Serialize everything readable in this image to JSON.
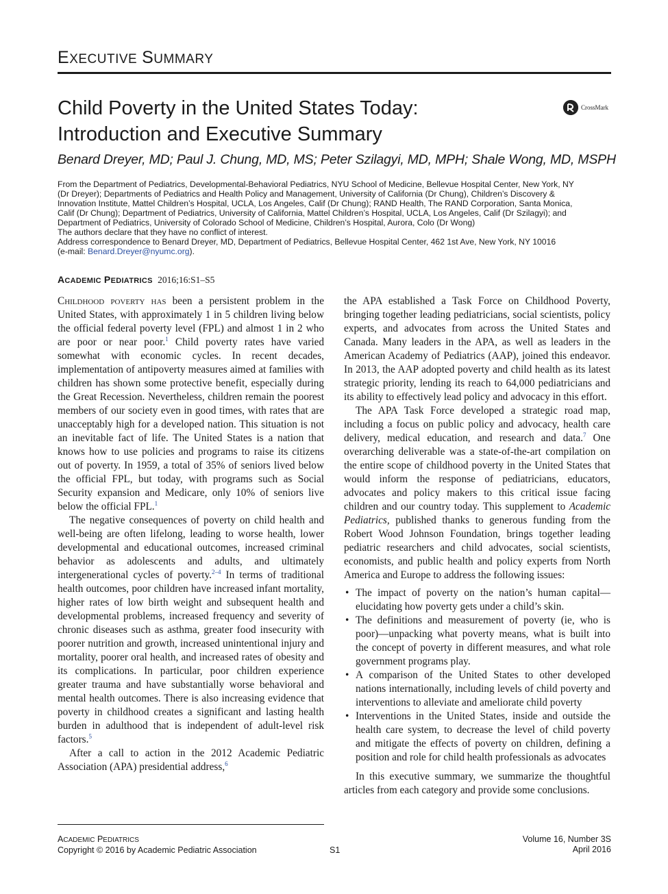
{
  "header": {
    "section_label": "EXECUTIVE SUMMARY"
  },
  "title": {
    "line1": "Child Poverty in the United States Today:",
    "line2": "Introduction and Executive Summary"
  },
  "crossmark": {
    "label": "CrossMark",
    "icon": "crossmark-icon"
  },
  "authors": "Benard Dreyer, MD; Paul J. Chung, MD, MS; Peter Szilagyi, MD, MPH; Shale Wong, MD, MSPH",
  "affiliations": {
    "lines": [
      "From the Department of Pediatrics, Developmental-Behavioral Pediatrics, NYU School of Medicine, Bellevue Hospital Center, New York, NY",
      "(Dr Dreyer); Departments of Pediatrics and Health Policy and Management, University of California (Dr Chung), Children’s Discovery &",
      "Innovation Institute, Mattel Children’s Hospital, UCLA, Los Angeles, Calif (Dr Chung); RAND Health, The RAND Corporation, Santa Monica,",
      "Calif (Dr Chung); Department of Pediatrics, University of California, Mattel Children’s Hospital, UCLA, Los Angeles, Calif (Dr Szilagyi); and",
      "Department of Pediatrics, University of Colorado School of Medicine, Children’s Hospital, Aurora, Colo (Dr Wong)",
      "The authors declare that they have no conflict of interest.",
      "Address correspondence to Benard Dreyer, MD, Department of Pediatrics, Bellevue Hospital Center, 462 1st Ave, New York, NY 10016"
    ],
    "email_prefix": "(e-mail: ",
    "email": "Benard.Dreyer@nyumc.org",
    "email_suffix": ")."
  },
  "citation": {
    "journal": "ACADEMIC PEDIATRICS",
    "reference": "2016;16:S1–S5"
  },
  "body": {
    "p1_lead": "Childhood poverty has",
    "p1_a": " been a persistent problem in the United States, with approximately 1 in 5 children living below the official federal poverty level (FPL) and almost 1 in 2 who are poor or near poor.",
    "p1_ref1": "1",
    "p1_b": " Child poverty rates have varied somewhat with economic cycles. In recent decades, implementation of antipoverty measures aimed at families with children has shown some protective benefit, especially during the Great Recession. Nevertheless, children remain the poorest members of our society even in good times, with rates that are unacceptably high for a developed nation. This situation is not an inevitable fact of life. The United States is a nation that knows how to use policies and programs to raise its citizens out of poverty. In 1959, a total of 35% of seniors lived below the official FPL, but today, with programs such as Social Security expansion and Medicare, only 10% of seniors live below the official FPL.",
    "p1_ref2": "1",
    "p2_a": "The negative consequences of poverty on child health and well-being are often lifelong, leading to worse health, lower developmental and educational outcomes, increased criminal behavior as adolescents and adults, and ultimately intergenerational cycles of poverty.",
    "p2_ref1": "2–4",
    "p2_b": " In terms of traditional health outcomes, poor children have increased infant mortality, higher rates of low birth weight and subsequent health and developmental problems, increased frequency and severity of chronic diseases such as asthma, greater food insecurity with poorer nutrition and growth, increased unintentional injury and mortality, poorer oral health, and increased rates of obesity and its complications. In particular, poor children experience greater trauma and have substantially worse behavioral and mental health outcomes. There is also increasing evidence that poverty in childhood creates a significant and lasting health burden in adulthood that is independent of adult-level risk factors.",
    "p2_ref2": "5",
    "p3_a": "After a call to action in the 2012 Academic Pediatric Association (APA) presidential address,",
    "p3_ref1": "6",
    "p3_b": " the APA established a Task Force on Childhood Poverty, bringing together leading pediatricians, social scientists, policy experts, and advocates from across the United States and Canada. Many leaders in the APA, as well as leaders in the American Academy of Pediatrics (AAP), joined this endeavor. In 2013, the AAP adopted poverty and child health as its latest strategic priority, lending its reach to 64,000 pediatricians and its ability to effectively lead policy and advocacy in this effort.",
    "p4_a": "The APA Task Force developed a strategic road map, including a focus on public policy and advocacy, health care delivery, medical education, and research and data.",
    "p4_ref1": "7",
    "p4_b": " One overarching deliverable was a state-of-the-art compilation on the entire scope of childhood poverty in the United States that would inform the response of pediatricians, educators, advocates and policy makers to this critical issue facing children and our country today. This supplement to ",
    "p4_journal": "Academic Pediatrics,",
    "p4_c": " published thanks to generous funding from the Robert Wood Johnson Foundation, brings together leading pediatric researchers and child advocates, social scientists, economists, and public health and policy experts from North America and Europe to address the following issues:",
    "bullets": [
      "The impact of poverty on the nation’s human capital—elucidating how poverty gets under a child’s skin.",
      "The definitions and measurement of poverty (ie, who is poor)—unpacking what poverty means, what is built into the concept of poverty in different measures, and what role government programs play.",
      "A comparison of the United States to other developed nations internationally, including levels of child poverty and interventions to alleviate and ameliorate child poverty",
      "Interventions in the United States, inside and outside the health care system, to decrease the level of child poverty and mitigate the effects of poverty on children, defining a position and role for child health professionals as advocates"
    ],
    "p5": "In this executive summary, we summarize the thoughtful articles from each category and provide some conclusions."
  },
  "footer": {
    "journal": "ACADEMIC PEDIATRICS",
    "copyright": "Copyright © 2016 by Academic Pediatric Association",
    "page": "S1",
    "volume": "Volume 16, Number 3S",
    "date": "April 2016"
  }
}
